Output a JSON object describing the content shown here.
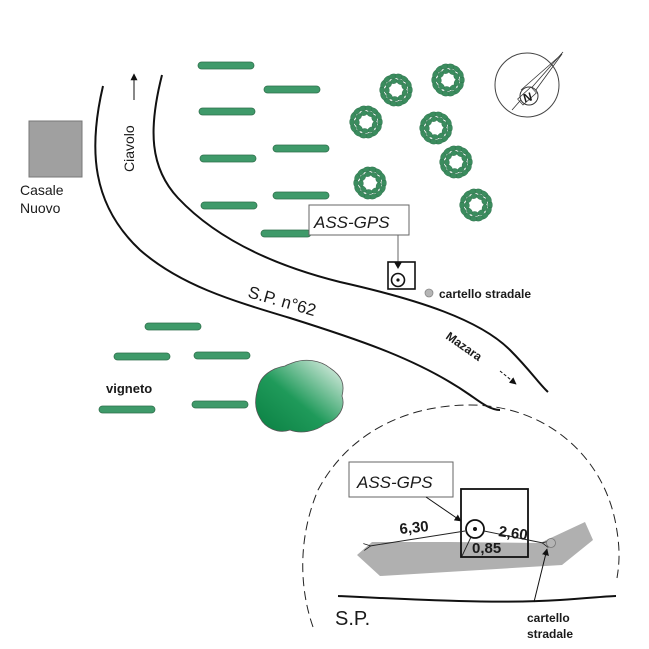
{
  "labels": {
    "casale_line1": "Casale",
    "casale_line2": "Nuovo",
    "ciavolo": "Ciavolo",
    "sp_road": "S.P. n°62",
    "mazara": "Mazara",
    "vigneto": "vigneto",
    "gps_tag_top": "ASS-GPS",
    "cartello_top": "cartello stradale",
    "gps_tag_detail": "ASS-GPS",
    "dist_left": "6,30",
    "dist_right": "2,60",
    "dist_down": "0,85",
    "sp_detail": "S.P.",
    "cartello_detail_line1": "cartello",
    "cartello_detail_line2": "stradale",
    "compass_n": "N"
  },
  "colors": {
    "vine_green": "#3f9a6a",
    "tree_green": "#3b8c5e",
    "building_gray": "#a0a0a0",
    "sign_gray": "#b5b5b5",
    "road_detail_gray": "#b0b0b0",
    "bush_dark": "#0e8a4a",
    "bush_light": "#e6f2ea"
  }
}
